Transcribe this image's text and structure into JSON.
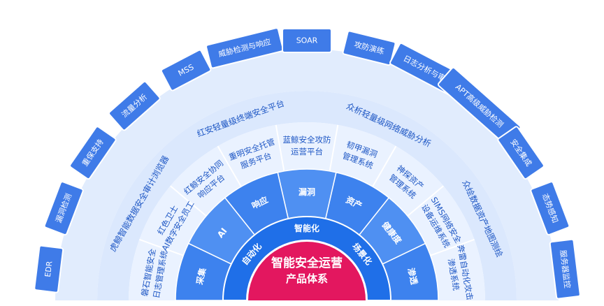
{
  "center": {
    "line1": "智能安全运营",
    "line2": "产品体系"
  },
  "ring_blue": [
    "自动化",
    "智能化",
    "场景化"
  ],
  "ring_mid": [
    "采集",
    "AI",
    "响应",
    "漏洞",
    "资产",
    "健康度",
    "渗透"
  ],
  "ring_products": [
    [
      "磐石智能安全",
      "日志管理系统"
    ],
    [
      "红色卫士",
      "AI数字安全员工"
    ],
    [
      "红鲸安全协同",
      "响应平台"
    ],
    [
      "重明安全托管",
      "服务平台"
    ],
    [
      "蓝鲸安全攻防",
      "运营平台"
    ],
    [
      "韧甲漏洞",
      "管理系统"
    ],
    [
      "神探资产",
      "管理系统"
    ],
    [
      "SIMS网络安全",
      "设备运维系统"
    ],
    [
      "奔雷自动化攻击",
      "渗透系统"
    ]
  ],
  "ring_lightweight": [
    "虎鲸智能数据安全审计浏览器",
    "红安轻量级终端安全平台",
    "众析轻量级网络威胁分析",
    "众绘数据资产地图测绘"
  ],
  "ring_outer_tabs": [
    "EDR",
    "漏洞检测",
    "重保支持",
    "流量分析",
    "MSS",
    "威胁检测与响应",
    "SOAR",
    "攻防演练",
    "日志分析与审计",
    "APT高级威胁检测",
    "安全集成",
    "态势感知",
    "服务器监控"
  ],
  "colors": {
    "center": "#e3175f",
    "blue_ring": "#1f6fe8",
    "mid_ring": "#4a8cf0",
    "product_ring": "#eaf2ff",
    "outer_band": "#c9dcfb",
    "tab": "#3f7be8",
    "text_dark": "#1d56c4"
  }
}
